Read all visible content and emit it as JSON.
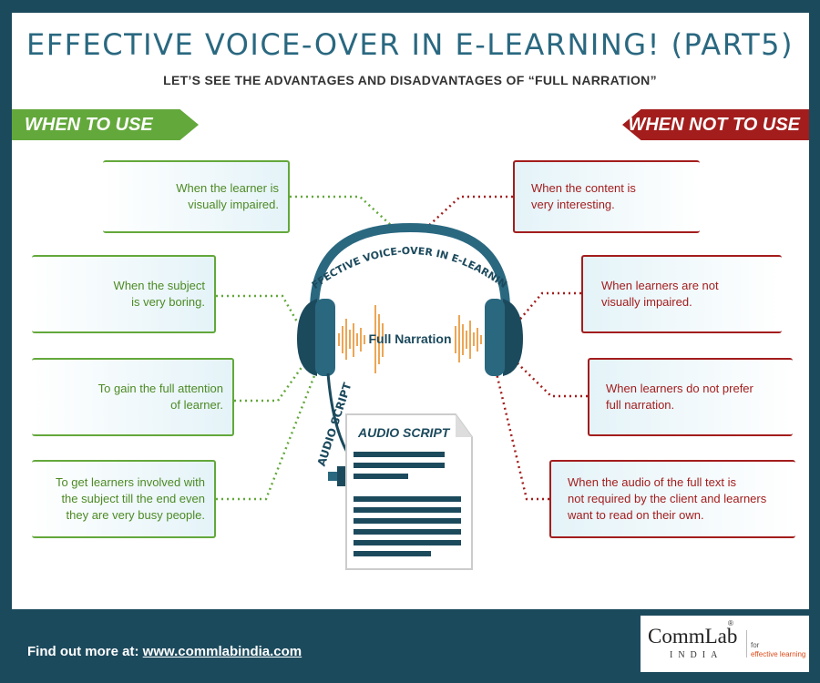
{
  "title": "EFFECTIVE VOICE-OVER IN E-LEARNING! (PART5)",
  "subtitle": "LET’S SEE THE ADVANTAGES AND DISADVANTAGES OF “FULL NARRATION”",
  "left_banner": "WHEN TO USE",
  "right_banner": "WHEN NOT TO USE",
  "left_items": [
    "When the learner is\nvisually impaired.",
    "When the subject\nis very boring.",
    "To gain the full attention\nof learner.",
    "To get learners involved with\nthe subject till the end even\nthey are very busy people."
  ],
  "right_items": [
    "When the content is\nvery interesting.",
    "When learners are not\nvisually impaired.",
    "When learners do not prefer\nfull narration.",
    "When the audio of the full text is\nnot required by the client and learners\nwant to read on their own."
  ],
  "headphone_arc_text": "EFFECTIVE VOICE-OVER IN E-LEARNING",
  "center_label": "Full Narration",
  "cable_text": "AUDIO SCRIPT",
  "document_title": "AUDIO SCRIPT",
  "footer": {
    "prefix": "Find out more at:",
    "url": "www.commlabindia.com"
  },
  "logo": {
    "name": "CommLab",
    "sub": "INDIA",
    "tag_line1": "for",
    "tag_line2": "effective learning"
  },
  "colors": {
    "navy": "#1c4a5d",
    "green": "#63a83b",
    "red": "#a31d1d",
    "title_blue": "#2a6880",
    "box_fill": "#e4f3f8"
  }
}
